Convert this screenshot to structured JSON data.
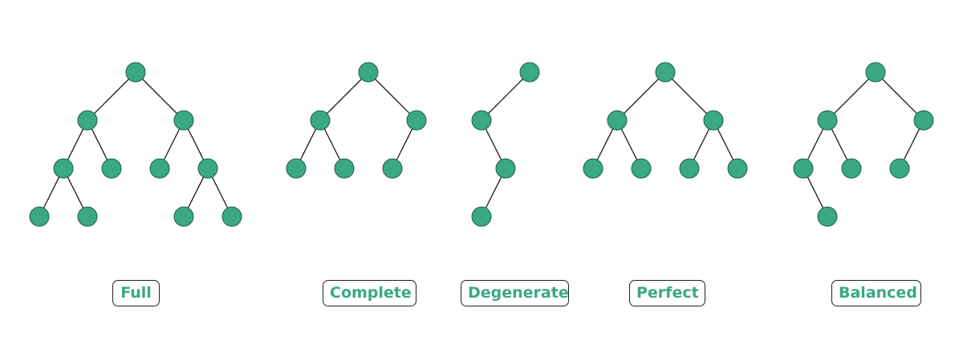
{
  "colors": {
    "node_fill": "#3aa981",
    "node_stroke": "#1f5e47",
    "edge": "#1a1a1a",
    "label_text": "#3aa981",
    "label_border": "#222222"
  },
  "trees": [
    {
      "label": "Full",
      "nodes": [
        {
          "id": "a",
          "depth": 0
        },
        {
          "id": "b",
          "depth": 1
        },
        {
          "id": "c",
          "depth": 1
        },
        {
          "id": "d",
          "depth": 2
        },
        {
          "id": "e",
          "depth": 2
        },
        {
          "id": "f",
          "depth": 2
        },
        {
          "id": "g",
          "depth": 2
        },
        {
          "id": "h",
          "depth": 3
        },
        {
          "id": "i",
          "depth": 3
        },
        {
          "id": "j",
          "depth": 3
        },
        {
          "id": "k",
          "depth": 3
        }
      ],
      "edges": [
        [
          "a",
          "b"
        ],
        [
          "a",
          "c"
        ],
        [
          "b",
          "d"
        ],
        [
          "b",
          "e"
        ],
        [
          "c",
          "f"
        ],
        [
          "c",
          "g"
        ],
        [
          "d",
          "h"
        ],
        [
          "d",
          "i"
        ],
        [
          "g",
          "j"
        ],
        [
          "g",
          "k"
        ]
      ]
    },
    {
      "label": "Complete",
      "nodes": [
        {
          "id": "a",
          "depth": 0
        },
        {
          "id": "b",
          "depth": 1
        },
        {
          "id": "c",
          "depth": 1
        },
        {
          "id": "d",
          "depth": 2
        },
        {
          "id": "e",
          "depth": 2
        },
        {
          "id": "f",
          "depth": 2
        }
      ],
      "edges": [
        [
          "a",
          "b"
        ],
        [
          "a",
          "c"
        ],
        [
          "b",
          "d"
        ],
        [
          "b",
          "e"
        ],
        [
          "c",
          "f"
        ]
      ]
    },
    {
      "label": "Degenerate",
      "nodes": [
        {
          "id": "a",
          "depth": 0
        },
        {
          "id": "b",
          "depth": 1
        },
        {
          "id": "c",
          "depth": 2
        },
        {
          "id": "d",
          "depth": 3
        }
      ],
      "edges": [
        [
          "a",
          "b"
        ],
        [
          "b",
          "c"
        ],
        [
          "c",
          "d"
        ]
      ]
    },
    {
      "label": "Perfect",
      "nodes": [
        {
          "id": "a",
          "depth": 0
        },
        {
          "id": "b",
          "depth": 1
        },
        {
          "id": "c",
          "depth": 1
        },
        {
          "id": "d",
          "depth": 2
        },
        {
          "id": "e",
          "depth": 2
        },
        {
          "id": "f",
          "depth": 2
        },
        {
          "id": "g",
          "depth": 2
        }
      ],
      "edges": [
        [
          "a",
          "b"
        ],
        [
          "a",
          "c"
        ],
        [
          "b",
          "d"
        ],
        [
          "b",
          "e"
        ],
        [
          "c",
          "f"
        ],
        [
          "c",
          "g"
        ]
      ]
    },
    {
      "label": "Balanced",
      "nodes": [
        {
          "id": "a",
          "depth": 0
        },
        {
          "id": "b",
          "depth": 1
        },
        {
          "id": "c",
          "depth": 1
        },
        {
          "id": "d",
          "depth": 2
        },
        {
          "id": "e",
          "depth": 2
        },
        {
          "id": "f",
          "depth": 2
        },
        {
          "id": "g",
          "depth": 3
        }
      ],
      "edges": [
        [
          "a",
          "b"
        ],
        [
          "a",
          "c"
        ],
        [
          "b",
          "d"
        ],
        [
          "b",
          "e"
        ],
        [
          "c",
          "f"
        ],
        [
          "d",
          "g"
        ]
      ]
    }
  ]
}
